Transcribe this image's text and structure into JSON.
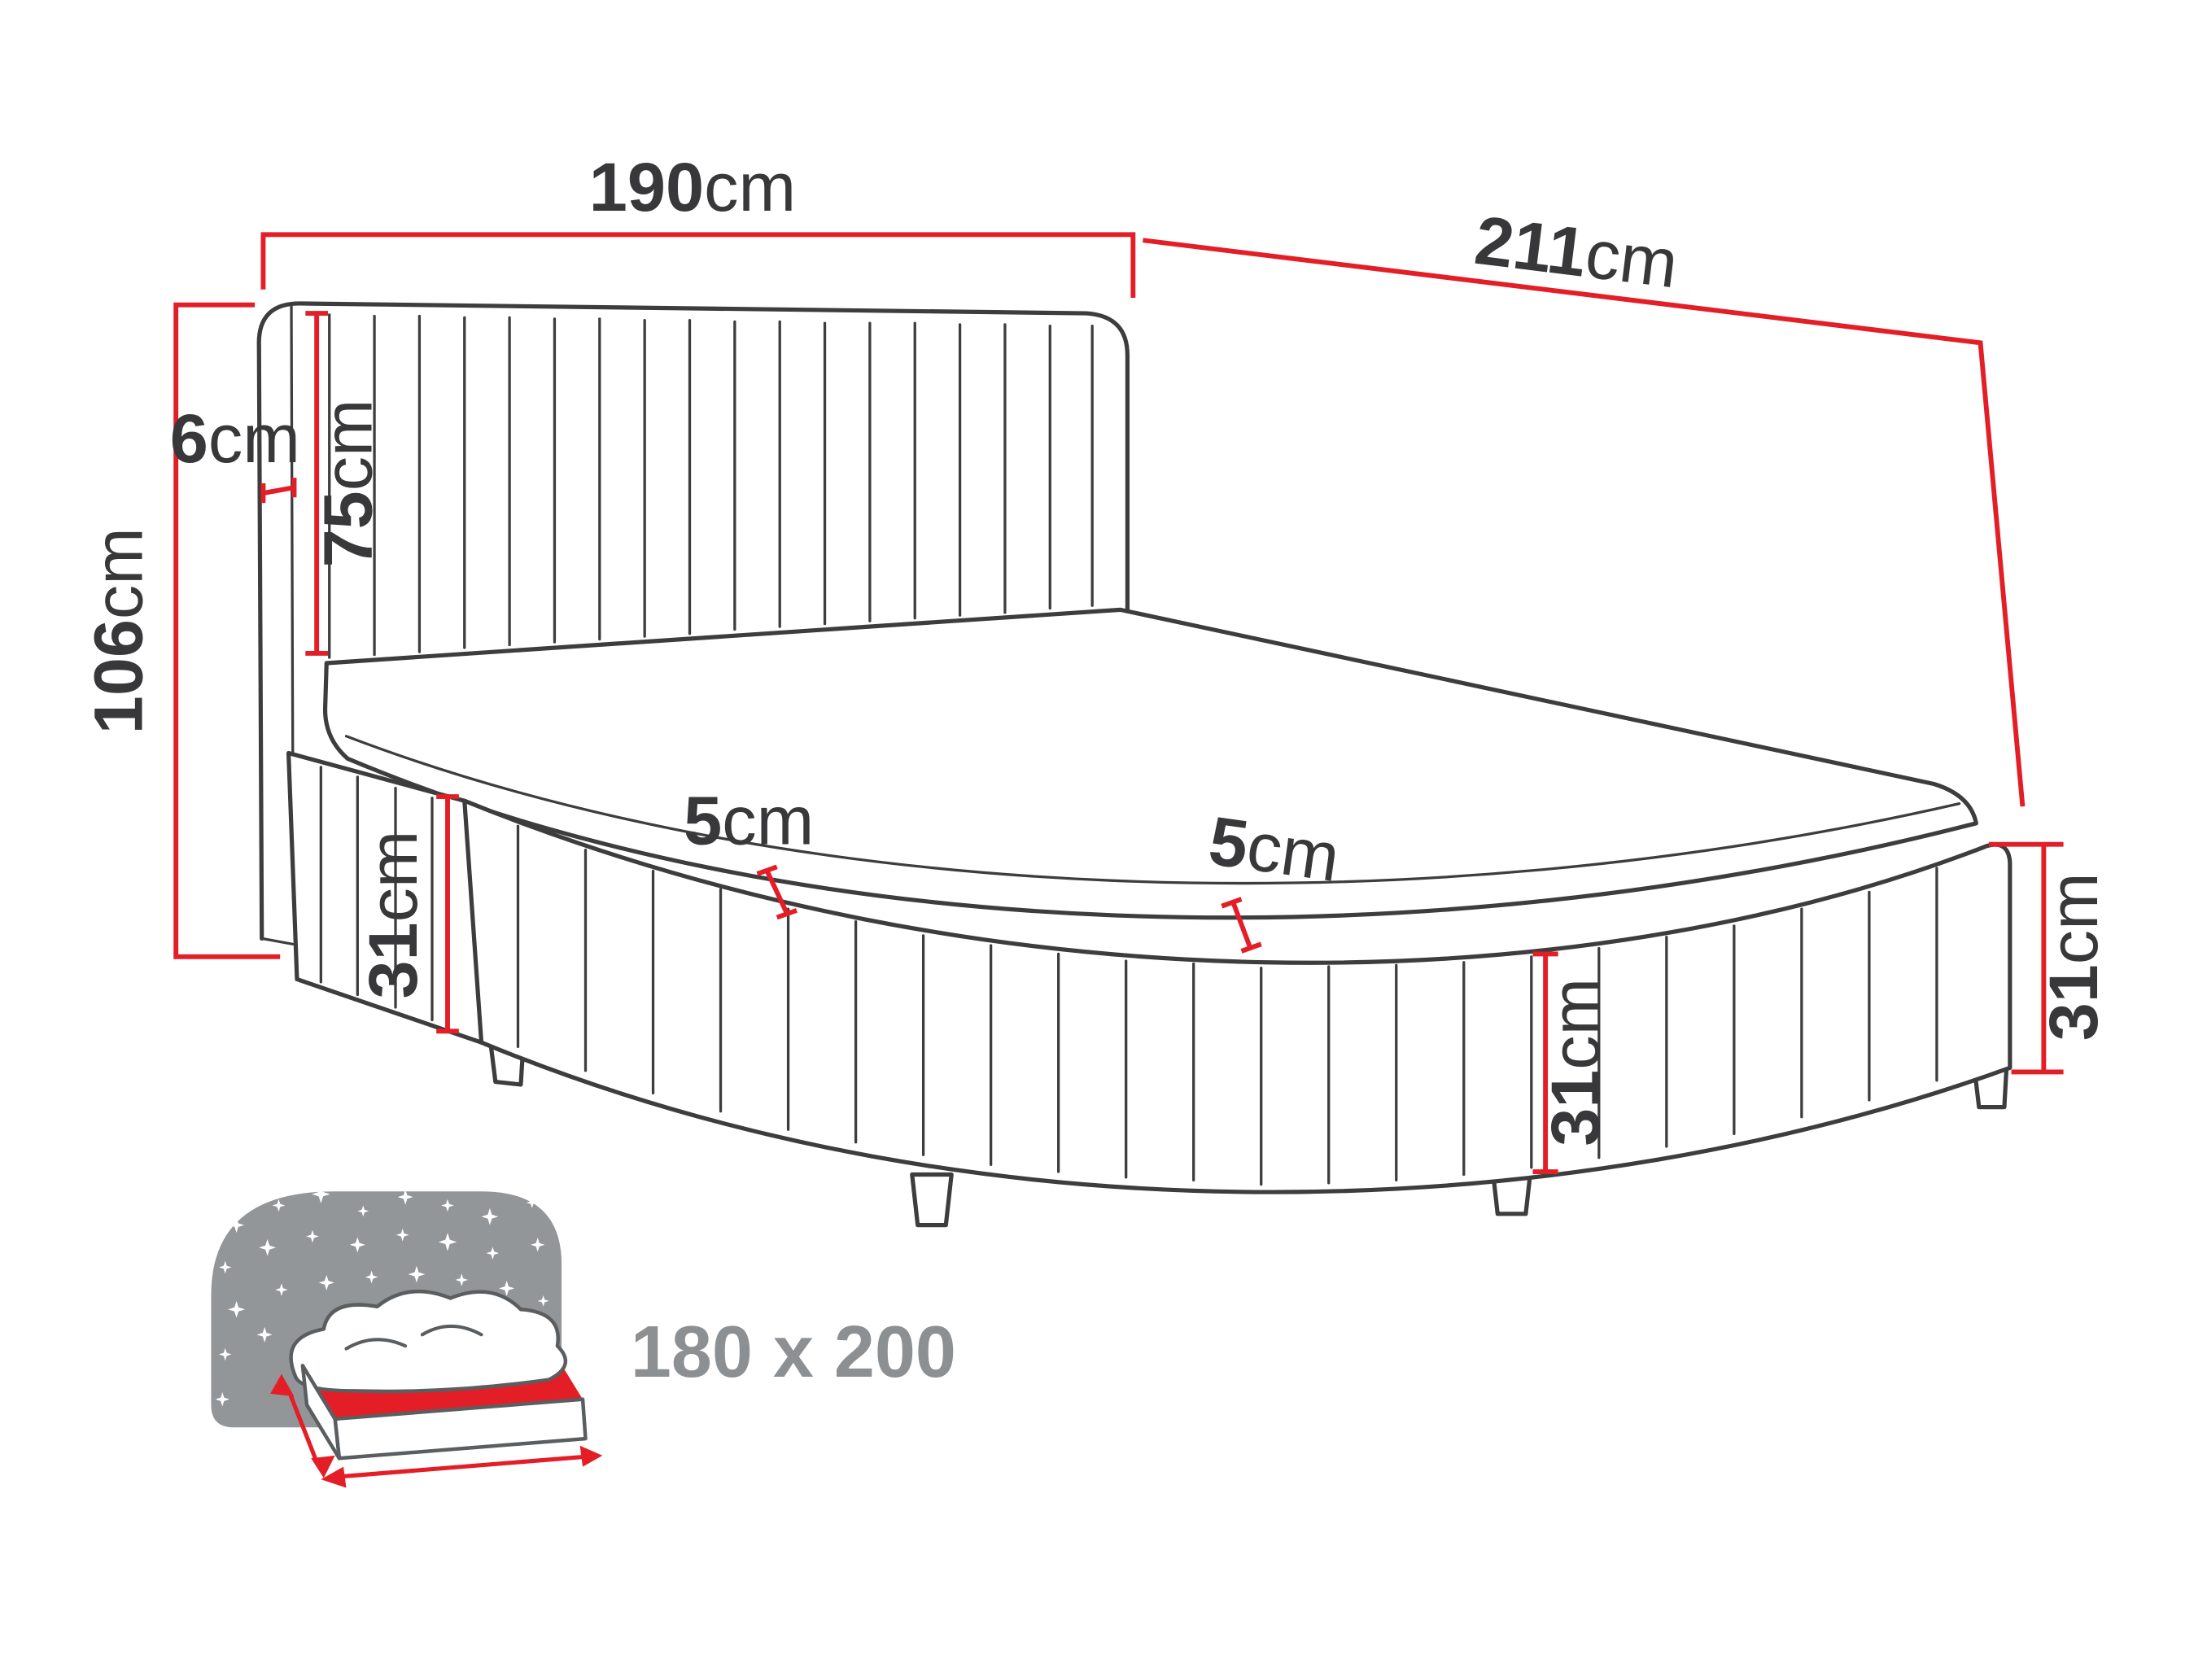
{
  "title": "Upholstered storage bed dimensions diagram",
  "dims": {
    "width": {
      "value": "190",
      "unit": "cm"
    },
    "depth": {
      "value": "211",
      "unit": "cm"
    },
    "height": {
      "value": "106",
      "unit": "cm"
    },
    "headboard_thickness": {
      "value": "6",
      "unit": "cm"
    },
    "headboard_height": {
      "value": "75",
      "unit": "cm"
    },
    "base_height_left": {
      "value": "31",
      "unit": "cm"
    },
    "rim_front_left": {
      "value": "5",
      "unit": "cm"
    },
    "rim_front_right": {
      "value": "5",
      "unit": "cm"
    },
    "base_height_front": {
      "value": "31",
      "unit": "cm"
    },
    "base_height_right": {
      "value": "31",
      "unit": "cm"
    }
  },
  "badge": {
    "mattress_size": "180 x 200"
  },
  "colors": {
    "dimension_line": "#e41e26",
    "outline": "#3d3d3d",
    "label_text": "#38383a",
    "icon_gray": "#939699",
    "badge_text": "#8d9093"
  }
}
